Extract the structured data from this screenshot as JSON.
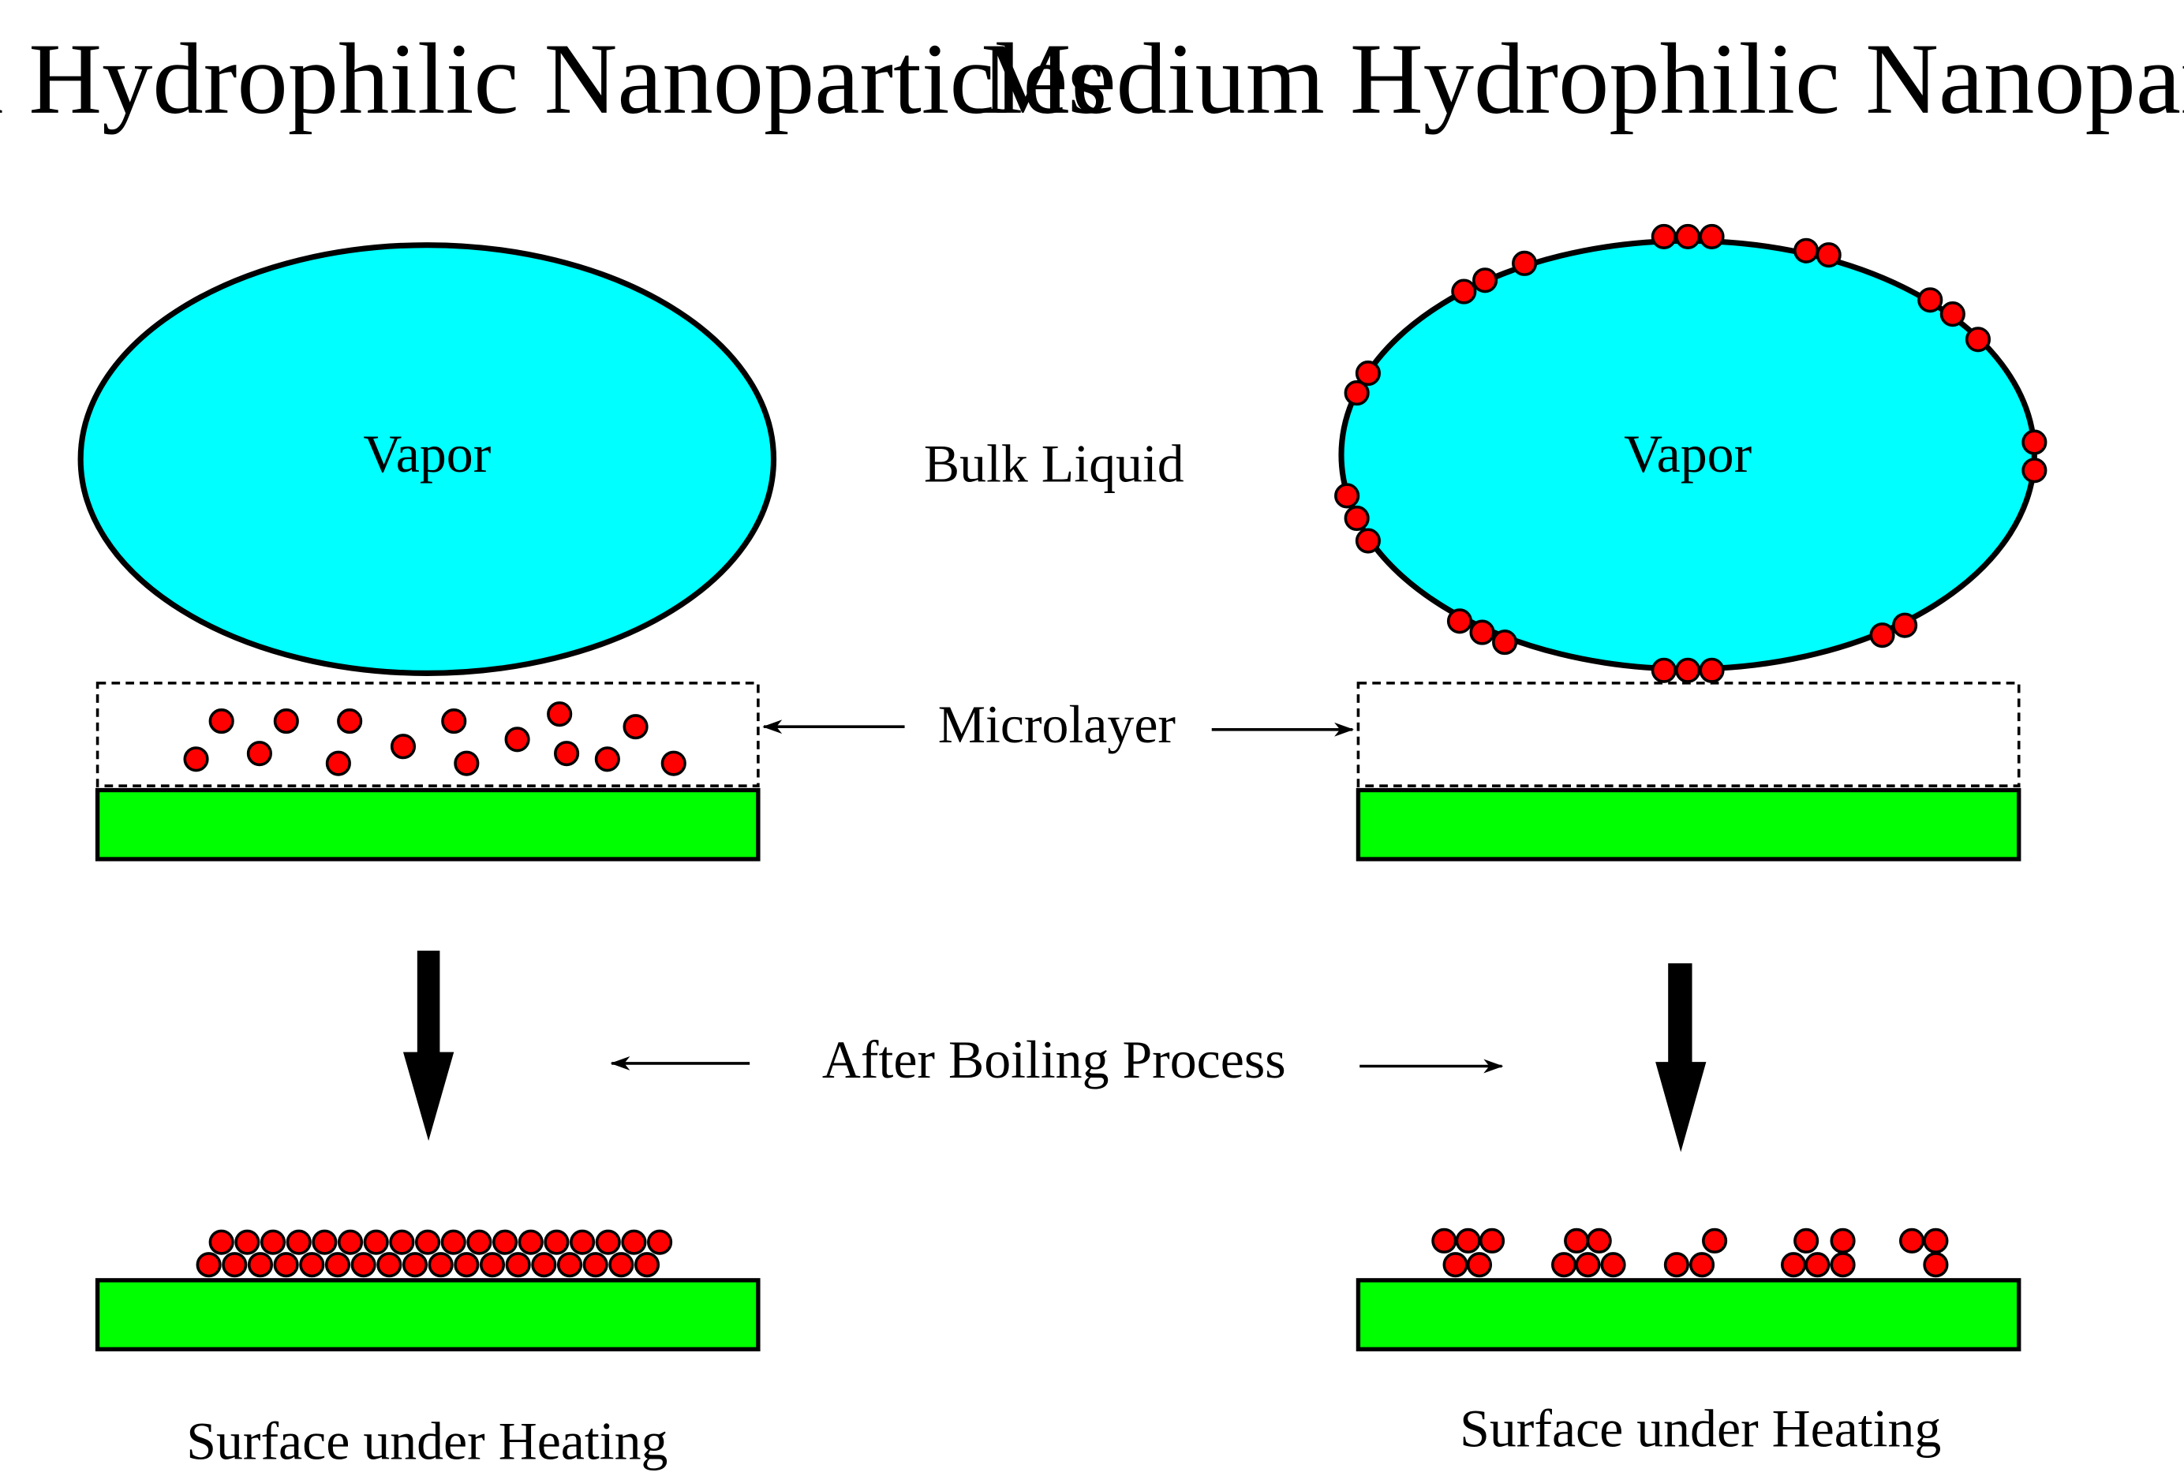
{
  "left_panel": {
    "title": "High Hydrophilic Nanoparticles",
    "bubble_label": "Vapor",
    "caption": "Surface under Heating"
  },
  "right_panel": {
    "title": "Medium Hydrophilic Nanoparticles",
    "bubble_label": "Vapor",
    "caption": "Surface under Heating"
  },
  "center": {
    "bulk_liquid": "Bulk Liquid",
    "microlayer": "Microlayer",
    "after_boiling": "After Boiling Process"
  },
  "colors": {
    "vapor": "#00ffff",
    "surface": "#00ff00",
    "nanoparticle": "#ff0000",
    "outline": "#000000"
  }
}
